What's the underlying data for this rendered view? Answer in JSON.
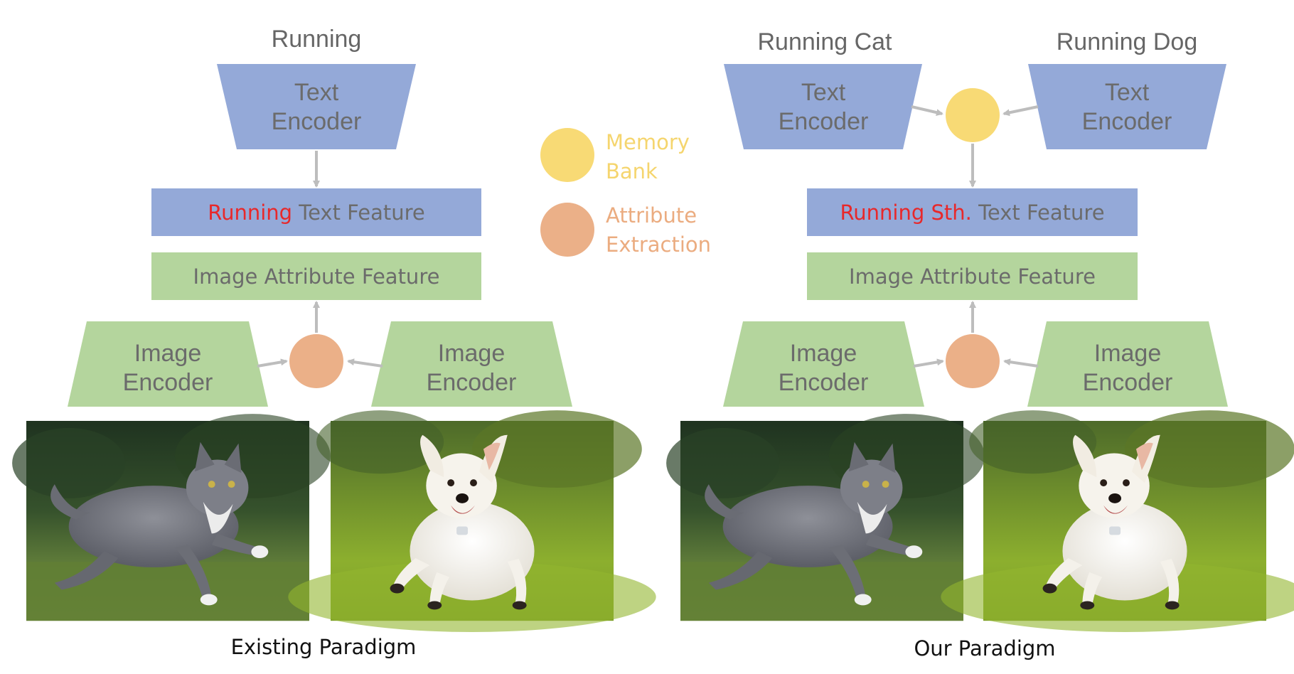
{
  "colors": {
    "text_encoder": "#94a9d8",
    "image_feature": "#b4d59d",
    "memory_bank": "#f8da75",
    "attribute_extraction": "#ebb088",
    "highlight": "#e8282a",
    "arrow": "#bdbdbd"
  },
  "legend": {
    "memory_bank": {
      "line1": "Memory",
      "line2": "Bank"
    },
    "attribute_extraction": {
      "line1": "Attribute",
      "line2": "Extraction"
    }
  },
  "left": {
    "query": "Running",
    "text_encoder": {
      "line1": "Text",
      "line2": "Encoder"
    },
    "text_feature": {
      "highlight": "Running",
      "rest": " Text Feature"
    },
    "image_attribute_feature": "Image Attribute Feature",
    "image_encoder_left": {
      "line1": "Image",
      "line2": "Encoder"
    },
    "image_encoder_right": {
      "line1": "Image",
      "line2": "Encoder"
    },
    "caption": "Existing Paradigm"
  },
  "right": {
    "query_left": "Running Cat",
    "query_right": "Running Dog",
    "text_encoder_left": {
      "line1": "Text",
      "line2": "Encoder"
    },
    "text_encoder_right": {
      "line1": "Text",
      "line2": "Encoder"
    },
    "text_feature": {
      "highlight": "Running Sth.",
      "rest": " Text Feature"
    },
    "image_attribute_feature": "Image Attribute Feature",
    "image_encoder_left": {
      "line1": "Image",
      "line2": "Encoder"
    },
    "image_encoder_right": {
      "line1": "Image",
      "line2": "Encoder"
    },
    "caption": "Our Paradigm"
  },
  "photos": {
    "cat": "cat-icon",
    "dog": "dog-icon"
  }
}
